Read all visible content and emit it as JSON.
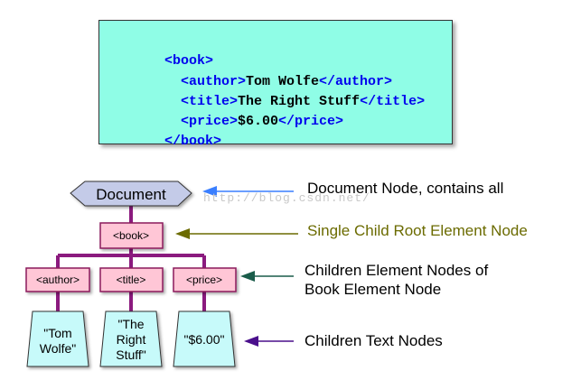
{
  "code": {
    "lines": [
      {
        "open": "<book>",
        "text": "",
        "close": ""
      },
      {
        "open": "<author>",
        "text": "Tom Wolfe",
        "close": "</author>"
      },
      {
        "open": "<title>",
        "text": "The Right Stuff",
        "close": "</title>"
      },
      {
        "open": "<price>",
        "text": "$6.00",
        "close": "</price>"
      },
      {
        "open": "</book>",
        "text": "",
        "close": ""
      }
    ]
  },
  "tree": {
    "document": "Document",
    "root": "<book>",
    "children": [
      "<author>",
      "<title>",
      "<price>"
    ],
    "text_nodes": [
      [
        "\"Tom",
        "Wolfe\""
      ],
      [
        "\"The",
        "Right",
        "Stuff\""
      ],
      [
        "\"$6.00\""
      ]
    ]
  },
  "labels": {
    "document": "Document Node, contains all",
    "root": "Single Child Root Element Node",
    "children": [
      "Children Element Nodes of",
      "Book Element Node"
    ],
    "text": "Children Text Nodes"
  },
  "watermark": "http://blog.csdn.net/",
  "colors": {
    "code_bg": "#8ffde6",
    "tag_text": "#0000ee",
    "element_fill": "#ffc6d6",
    "element_border": "#8b1a5c",
    "connector": "#8b1a7e",
    "document_fill": "#c4cbe8",
    "text_node_fill": "#c7fafa",
    "arrow_document": "#3a7fff",
    "arrow_root": "#6b6b00",
    "arrow_children": "#1a5c4a",
    "arrow_text": "#4a0f8c",
    "label_root": "#6b6b00"
  }
}
